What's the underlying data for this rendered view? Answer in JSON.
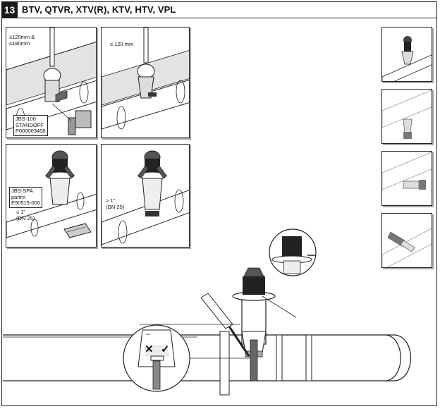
{
  "header": {
    "step_number": "13",
    "title": "BTV, QTVR, XTV(R), KTV, HTV, VPL"
  },
  "panels": {
    "top_left": {
      "size_label_line1": "≥120mm &",
      "size_label_line2": "≤180mm",
      "part_line1": "JBS-100-",
      "part_line2": "STANDOFF",
      "part_line3": "P000003408"
    },
    "top_mid": {
      "size_label": "≤ 120 mm"
    },
    "bottom_left": {
      "part_line1": "JBS-SPA",
      "part_line2": "partnr.",
      "part_line3": "E90515-000",
      "pipe_line1": "≤ 1\"",
      "pipe_line2": "(DN 25)"
    },
    "bottom_mid": {
      "pipe_line1": "> 1\"",
      "pipe_line2": "(DN 25)"
    }
  },
  "detail": {
    "wrong_mark": "✕",
    "right_mark": "✓"
  }
}
